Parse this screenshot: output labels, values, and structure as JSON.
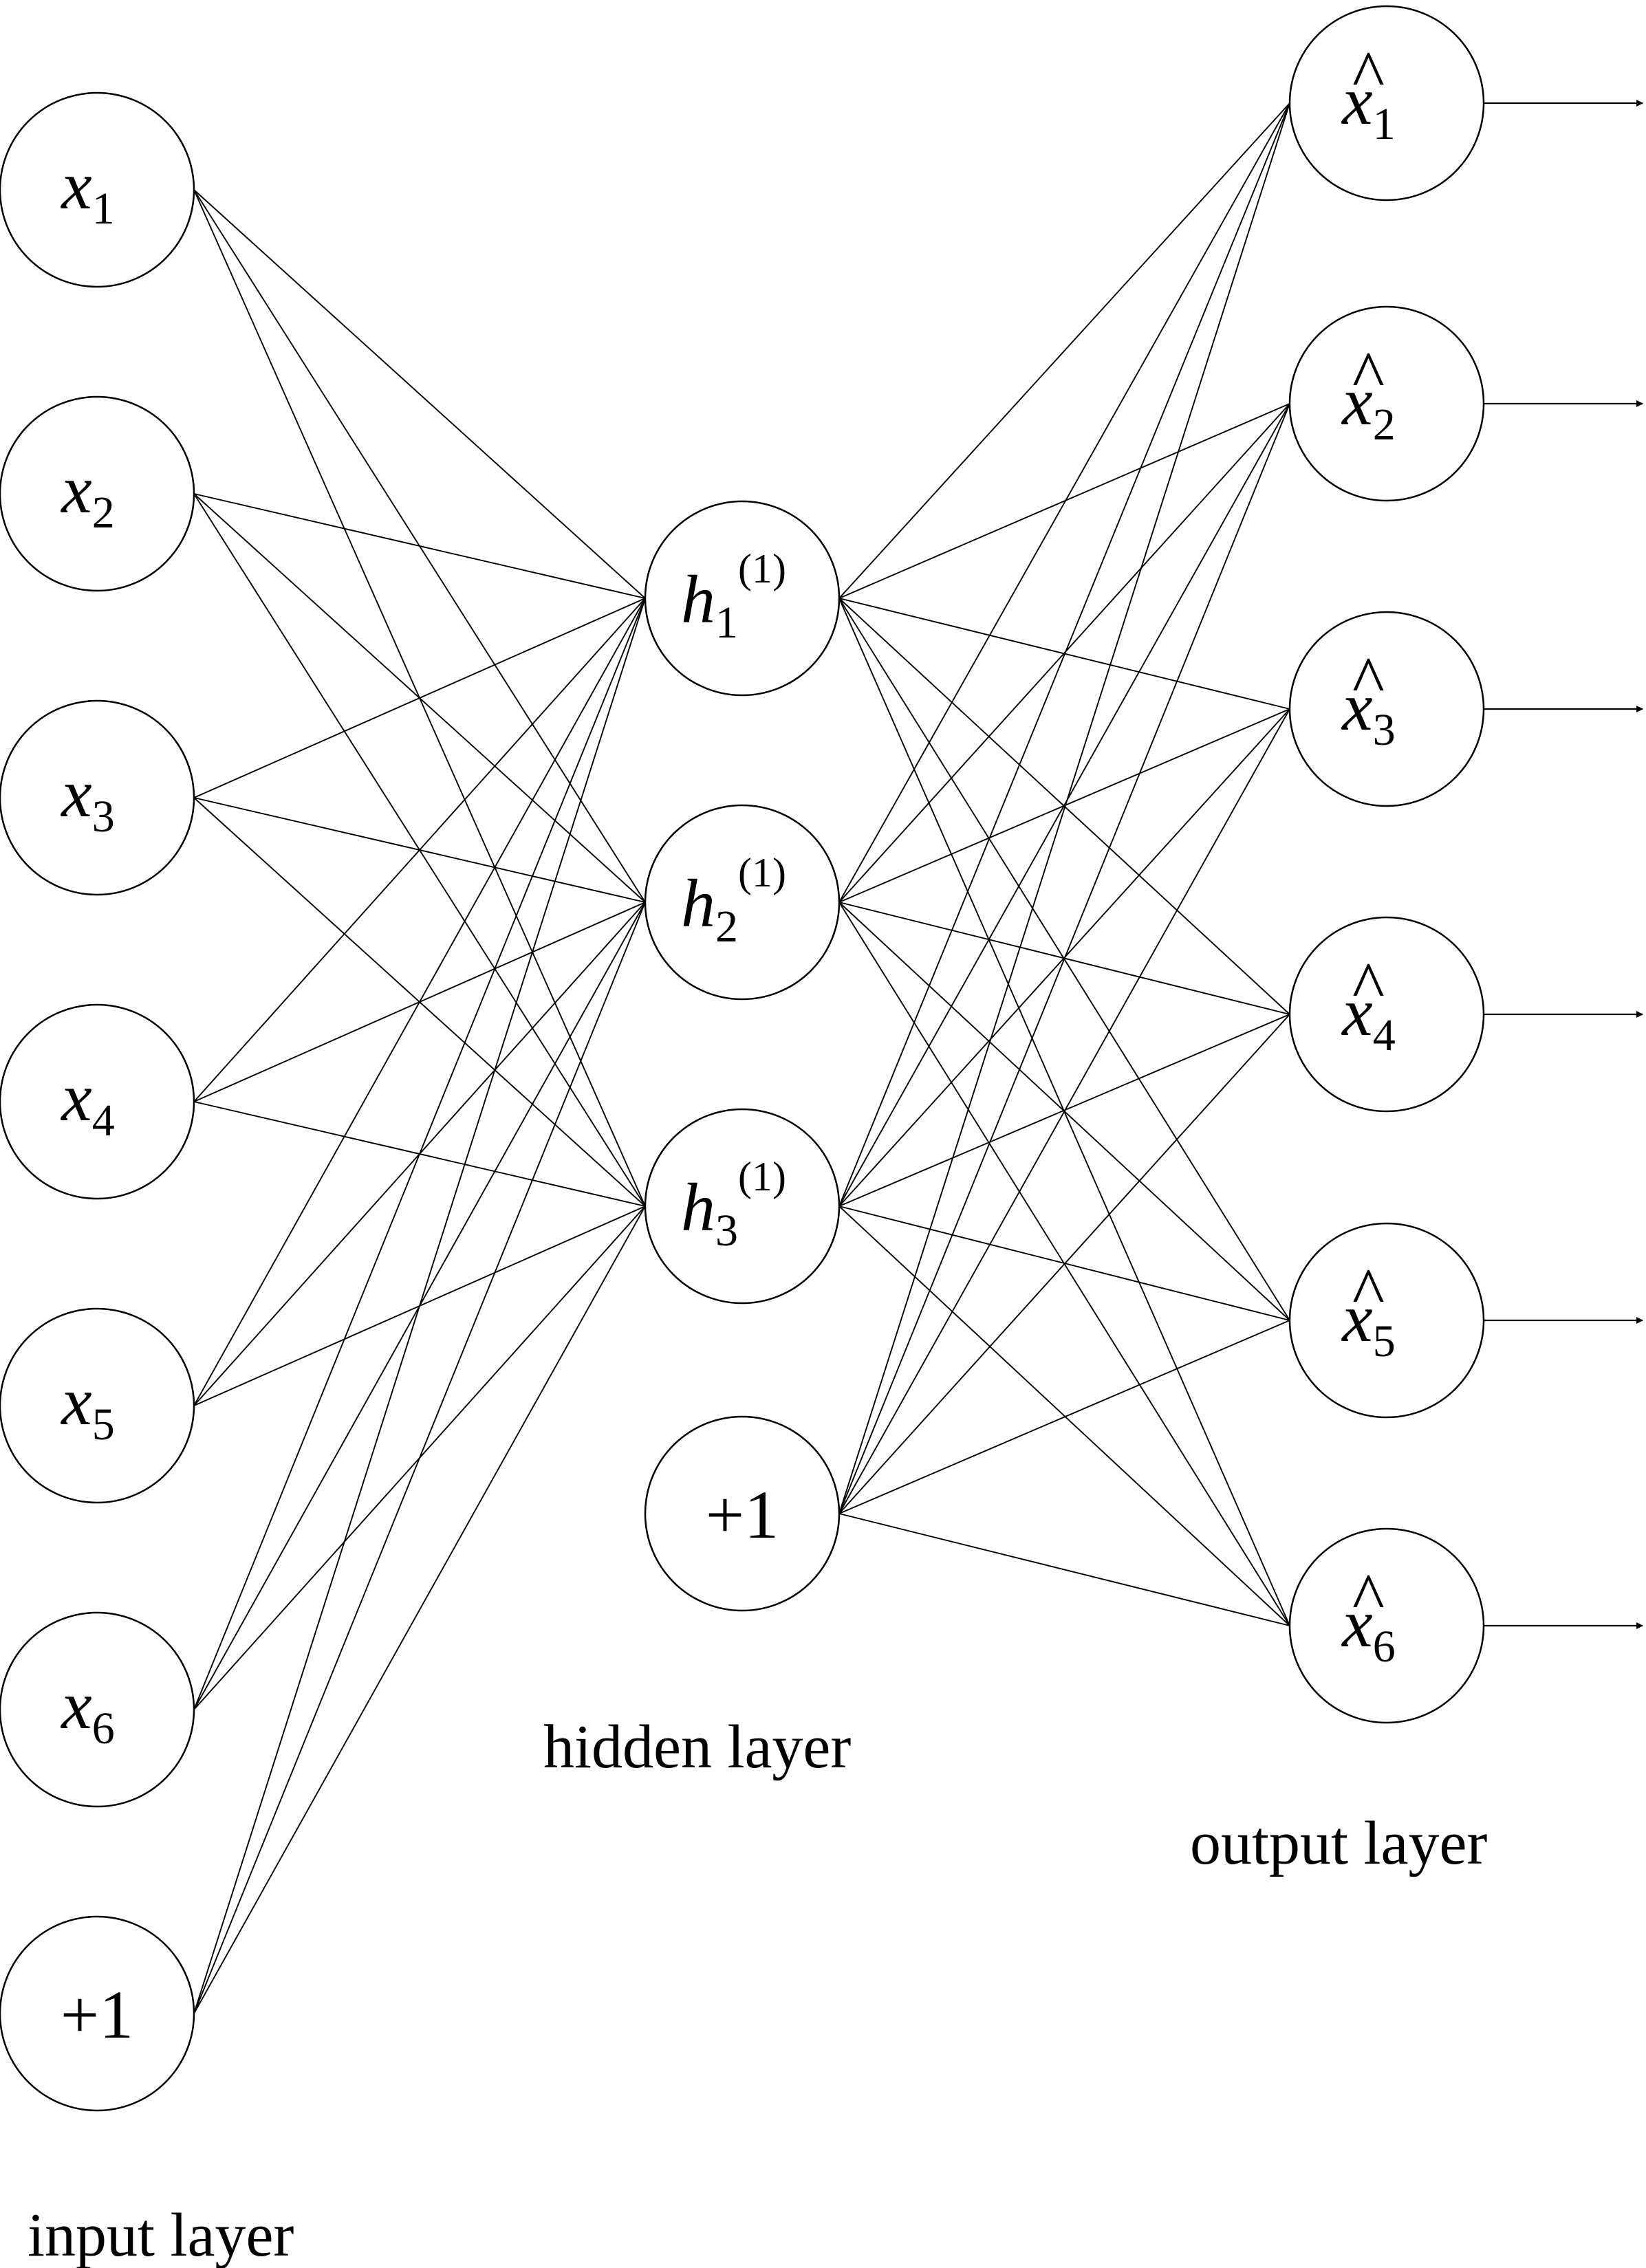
{
  "diagram": {
    "input_layer": {
      "label": "input layer",
      "nodes": [
        {
          "var": "x",
          "sub": "1"
        },
        {
          "var": "x",
          "sub": "2"
        },
        {
          "var": "x",
          "sub": "3"
        },
        {
          "var": "x",
          "sub": "4"
        },
        {
          "var": "x",
          "sub": "5"
        },
        {
          "var": "x",
          "sub": "6"
        }
      ],
      "bias": "+1"
    },
    "hidden_layer": {
      "label": "hidden layer",
      "nodes": [
        {
          "var": "h",
          "sub": "1",
          "sup": "(1)"
        },
        {
          "var": "h",
          "sub": "2",
          "sup": "(1)"
        },
        {
          "var": "h",
          "sub": "3",
          "sup": "(1)"
        }
      ],
      "bias": "+1"
    },
    "output_layer": {
      "label": "output layer",
      "nodes": [
        {
          "var": "x",
          "hat": "^",
          "sub": "1"
        },
        {
          "var": "x",
          "hat": "^",
          "sub": "2"
        },
        {
          "var": "x",
          "hat": "^",
          "sub": "3"
        },
        {
          "var": "x",
          "hat": "^",
          "sub": "4"
        },
        {
          "var": "x",
          "hat": "^",
          "sub": "5"
        },
        {
          "var": "x",
          "hat": "^",
          "sub": "6"
        }
      ]
    }
  }
}
